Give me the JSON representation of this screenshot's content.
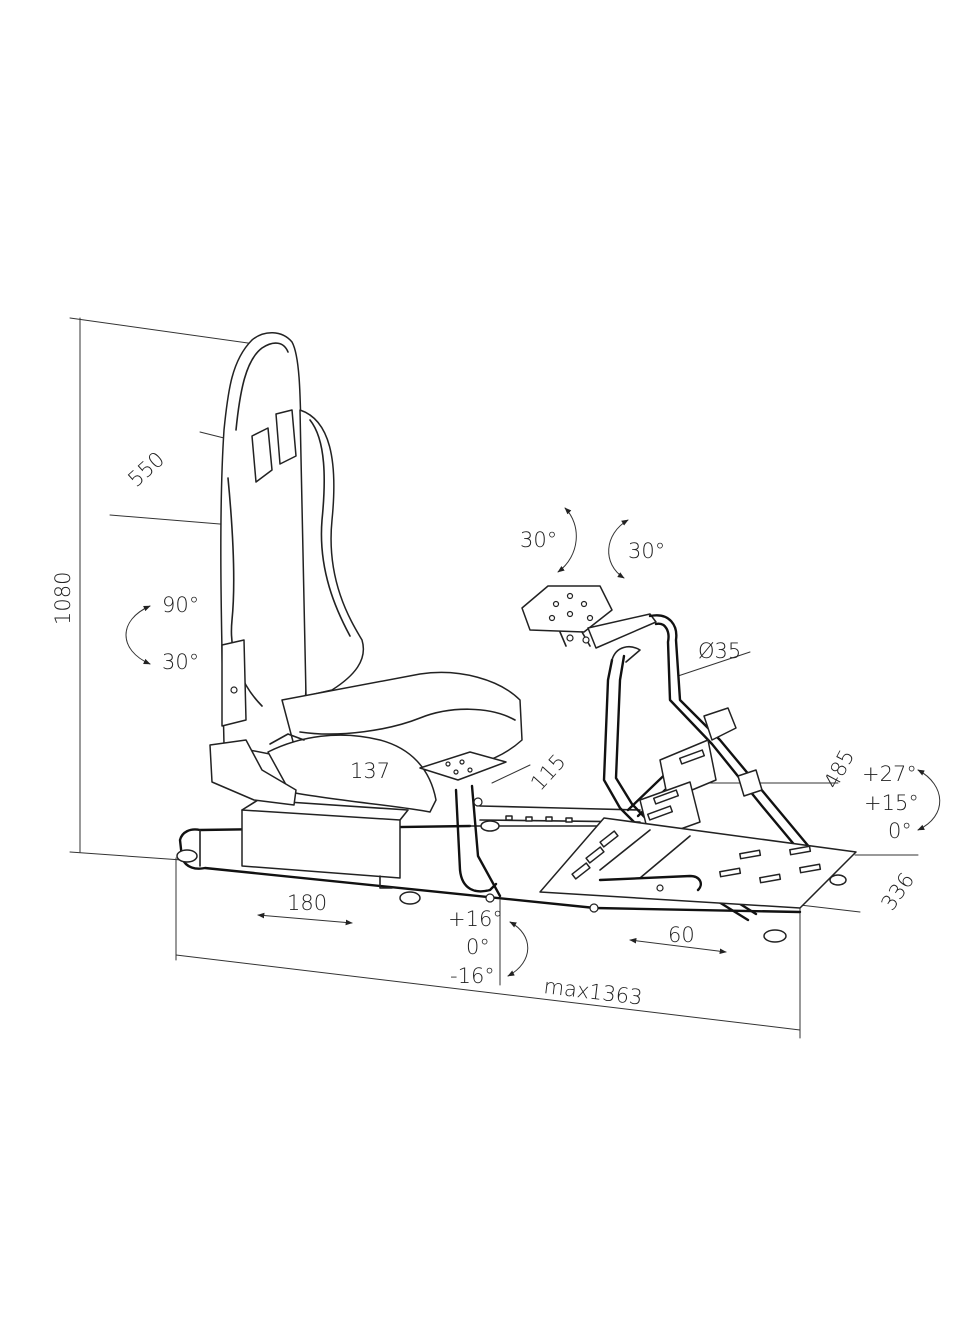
{
  "dimensions": {
    "height": "1080",
    "seat_width": "550",
    "back_recline_up": "90°",
    "back_recline_down": "30°",
    "wheel_rotate_left": "30°",
    "wheel_rotate_right": "30°",
    "tube_diameter": "Ø35",
    "mount_depth": "137",
    "mount_width": "115",
    "pedal_height": "485",
    "pedal_tilt_high": "+27°",
    "pedal_tilt_mid": "+15°",
    "pedal_tilt_low": "0°",
    "pedal_depth": "336",
    "seat_slide": "180",
    "wheel_tilt_up": "+16°",
    "wheel_tilt_zero": "0°",
    "wheel_tilt_down": "-16°",
    "pedal_slide": "60",
    "max_length": "max1363"
  }
}
